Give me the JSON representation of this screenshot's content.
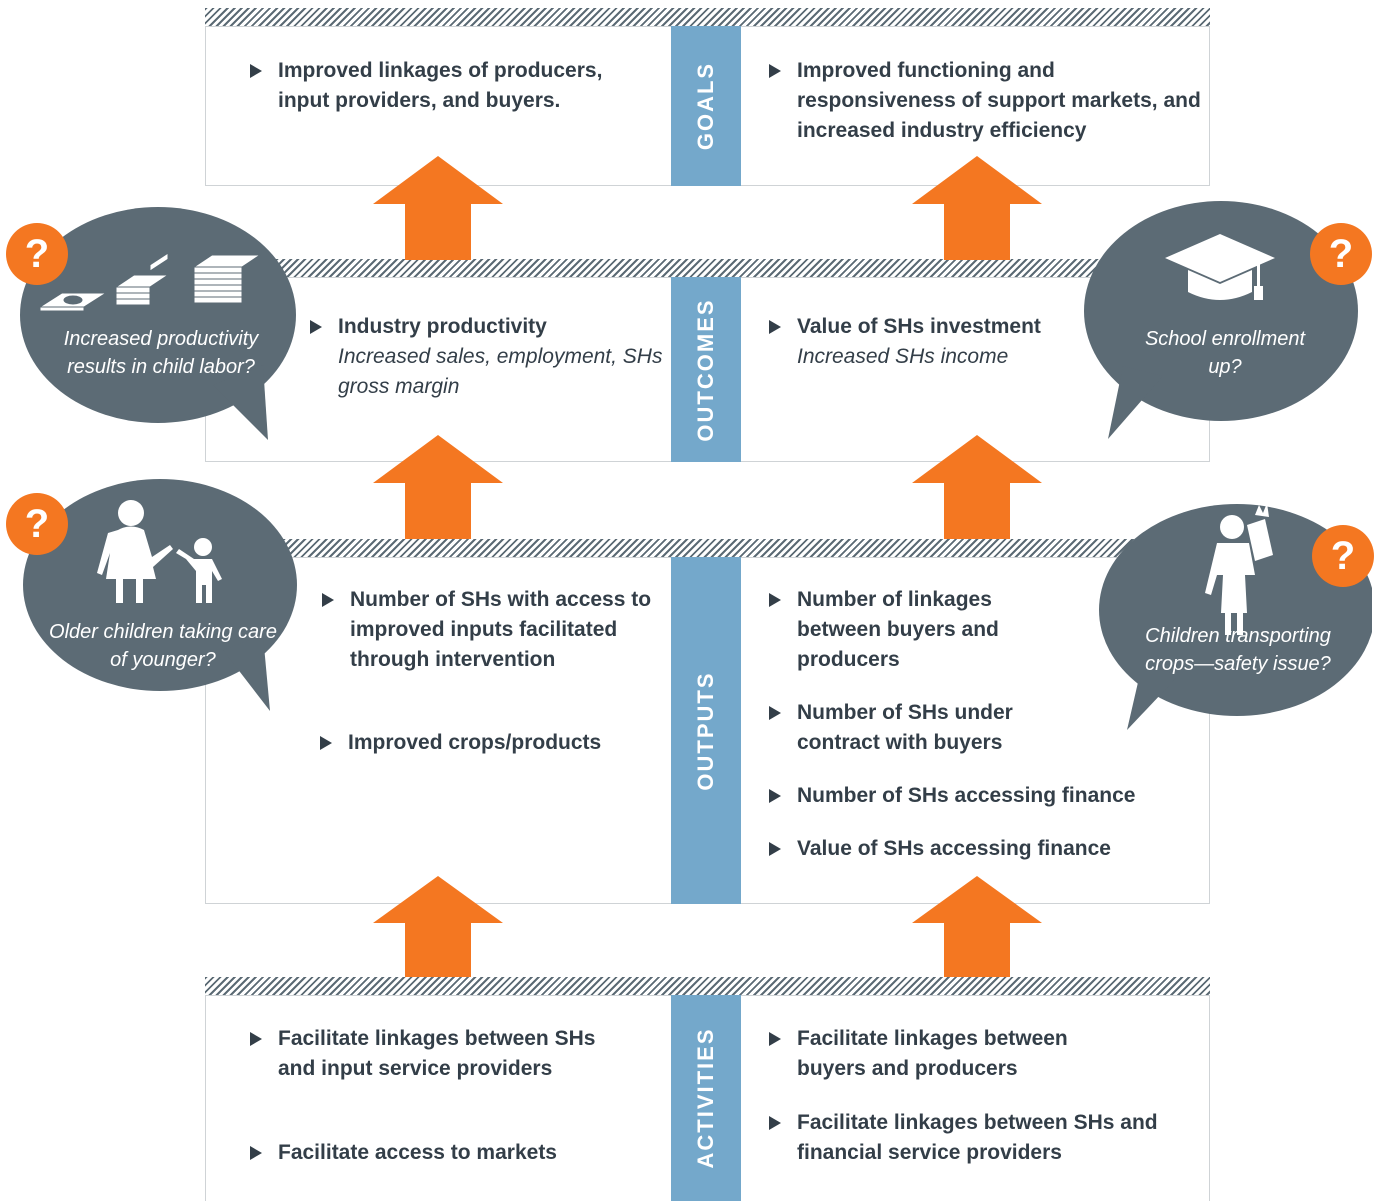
{
  "goals": {
    "label": "GOALS",
    "left": [
      "Improved linkages of producers, input providers, and buyers."
    ],
    "right": [
      "Improved functioning and responsiveness of support markets, and increased industry efficiency"
    ]
  },
  "outcomes": {
    "label": "OUTCOMES",
    "left": {
      "title": "Industry productivity",
      "sub": "Increased sales, employment, SHs gross margin"
    },
    "right": {
      "title": "Value of SHs investment",
      "sub": "Increased SHs income"
    }
  },
  "outputs": {
    "label": "OUTPUTS",
    "left": [
      "Number of SHs with access to improved inputs facilitated through intervention",
      "Improved crops/products"
    ],
    "right": [
      "Number of linkages between buyers and producers",
      "Number of SHs under contract with buyers",
      "Number of SHs accessing finance",
      "Value of SHs accessing finance"
    ]
  },
  "activities": {
    "label": "ACTIVITIES",
    "left": [
      "Facilitate linkages between SHs and input service providers",
      "Facilitate access to markets"
    ],
    "right": [
      "Facilitate linkages between buyers and producers",
      "Facilitate linkages between SHs and financial service providers"
    ]
  },
  "bubbles": {
    "money": {
      "text": "Increased productivity results in child labor?",
      "icon": "money-stack-icon"
    },
    "graduation": {
      "text": "School enrollment up?",
      "icon": "graduation-cap-icon"
    },
    "children": {
      "text": "Older children taking care of younger?",
      "icon": "children-icon"
    },
    "transport": {
      "text": "Children transporting crops—safety issue?",
      "icon": "child-carrying-crops-icon"
    },
    "question_mark": "?"
  },
  "colors": {
    "band": "#74a8cb",
    "arrow": "#f47721",
    "bubble": "#5c6b75",
    "badge": "#f47721"
  }
}
